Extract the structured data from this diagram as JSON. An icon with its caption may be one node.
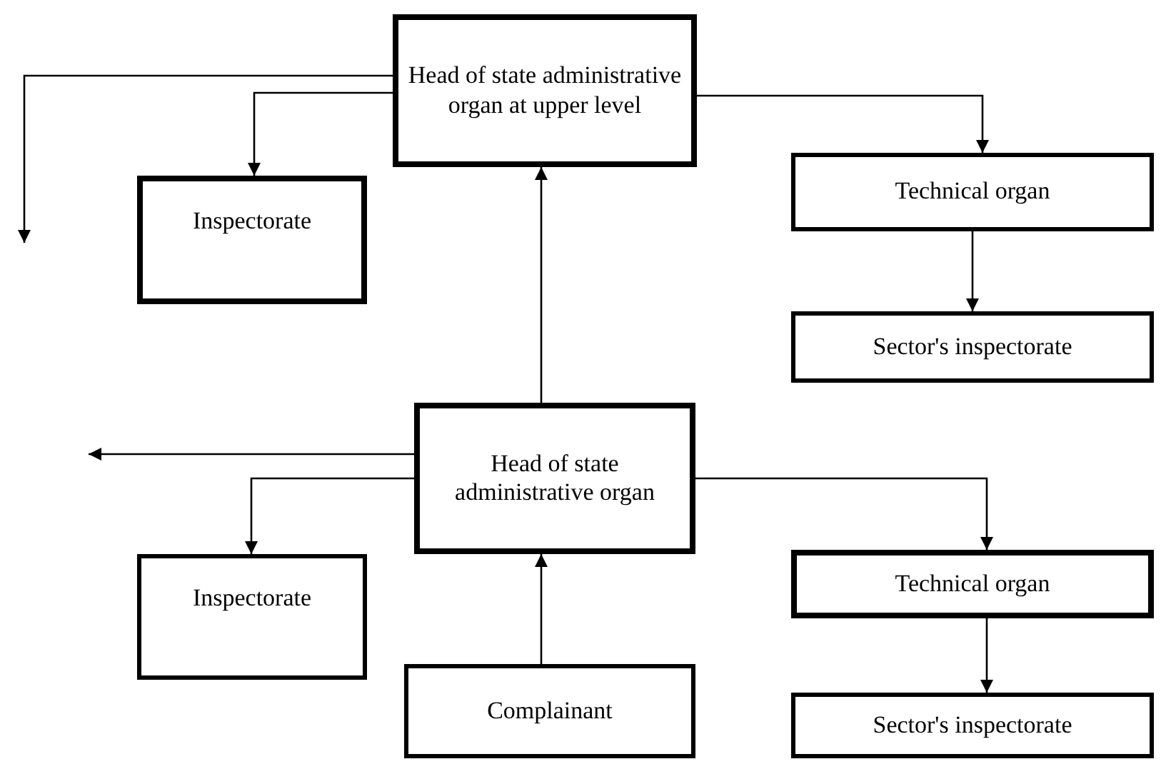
{
  "diagram": {
    "nodes": [
      {
        "text": [
          "Head of state administrative organ at upper level"
        ]
      },
      {
        "text": [
          "Inspectorate"
        ]
      },
      {
        "text": [
          "Technical organ"
        ]
      },
      {
        "text": [
          "Sector's inspectorate"
        ]
      },
      {
        "text": [
          "Head of state administrative organ"
        ]
      },
      {
        "text": [
          "Inspectorate"
        ]
      },
      {
        "text": [
          "Technical organ"
        ]
      },
      {
        "text": [
          "Complainant"
        ]
      },
      {
        "text": [
          "Sector's inspectorate"
        ]
      }
    ],
    "edges": [
      {
        "from": 0,
        "to": null,
        "arrow": "to"
      },
      {
        "from": 0,
        "to": 1,
        "arrow": "to"
      },
      {
        "from": 0,
        "to": 2,
        "arrow": "to"
      },
      {
        "from": 2,
        "to": 3,
        "arrow": "to"
      },
      {
        "from": 4,
        "to": 0,
        "arrow": "to"
      },
      {
        "from": 4,
        "to": null,
        "arrow": "to"
      },
      {
        "from": 4,
        "to": 5,
        "arrow": "to"
      },
      {
        "from": 4,
        "to": 6,
        "arrow": "to"
      },
      {
        "from": 7,
        "to": 4,
        "arrow": "to"
      },
      {
        "from": 6,
        "to": 8,
        "arrow": "to"
      }
    ]
  }
}
